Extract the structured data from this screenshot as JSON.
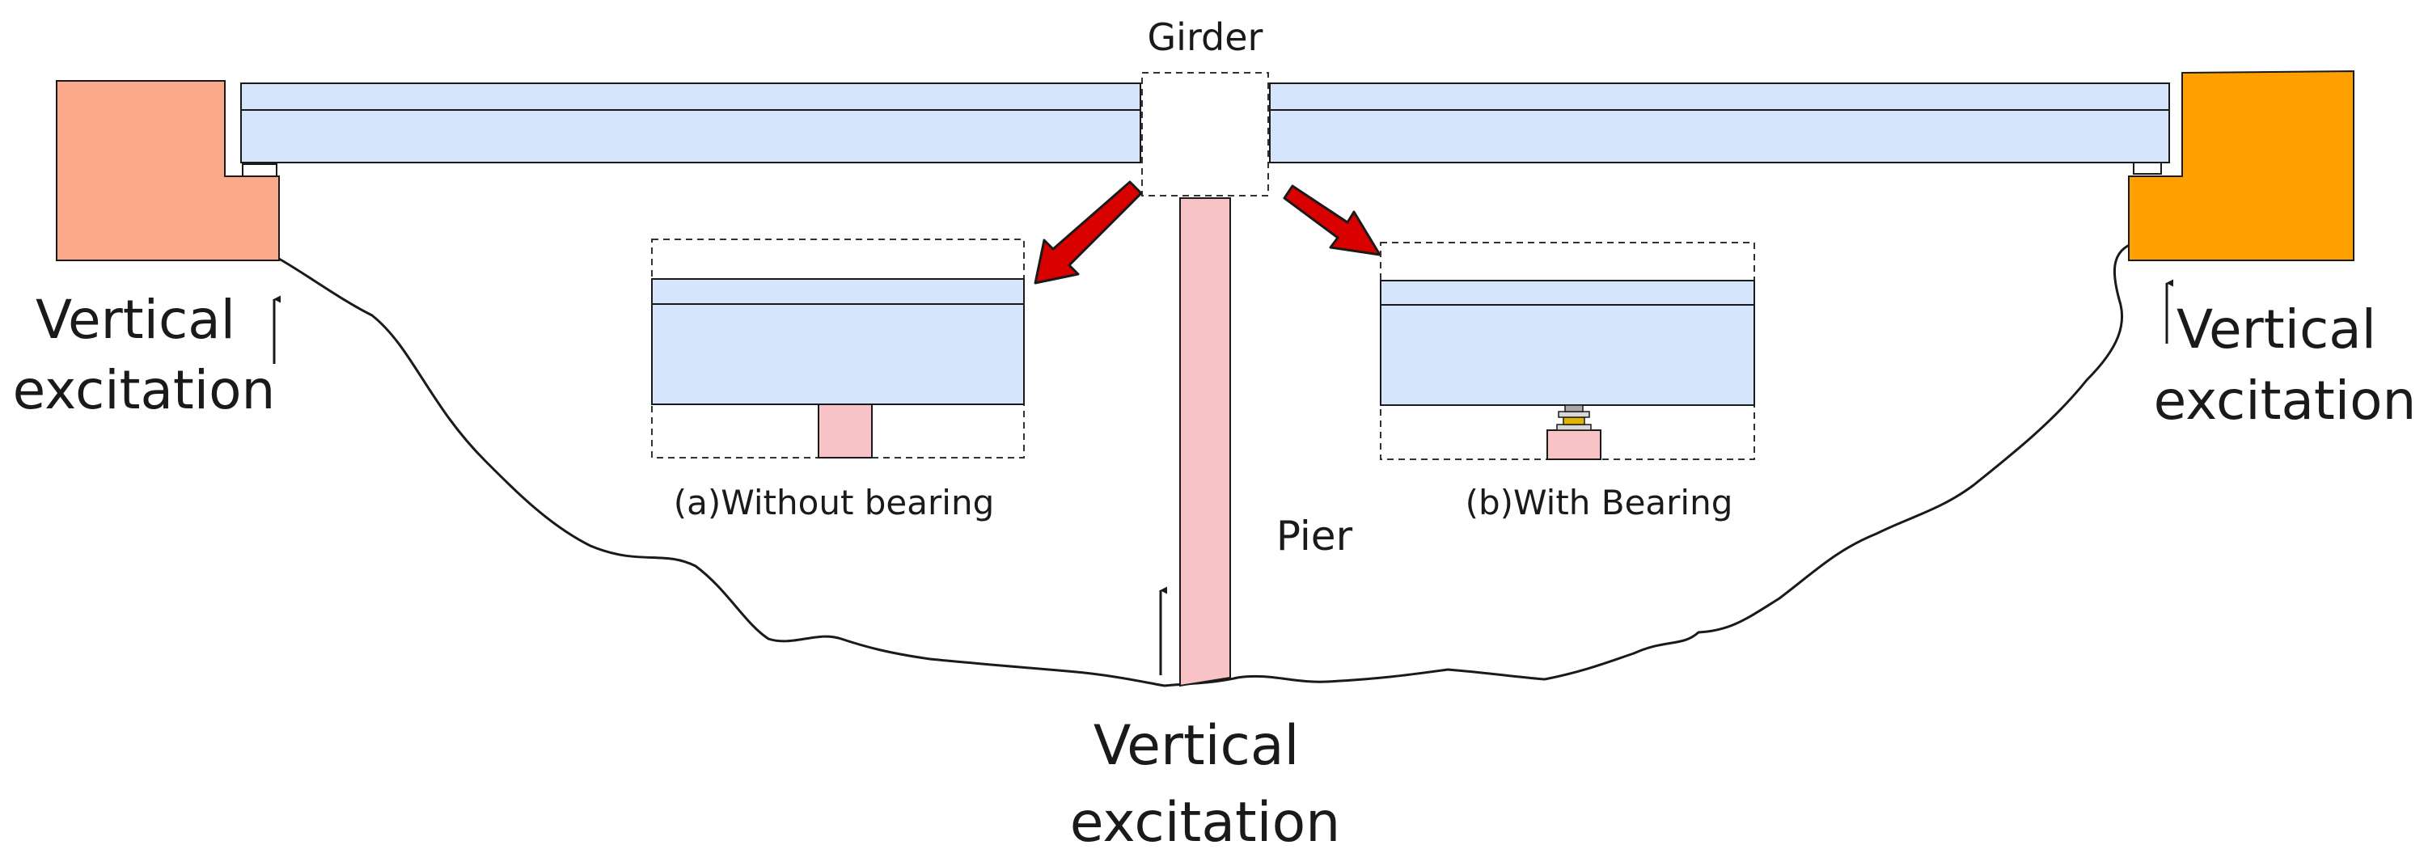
{
  "labels": {
    "girder": "Girder",
    "pier": "Pier",
    "left_excitation": [
      "Vertical",
      "excitation"
    ],
    "right_excitation": [
      "Vertical",
      "excitation"
    ],
    "bottom_excitation": [
      "Vertical",
      "excitation"
    ],
    "without_bearing": "(a)Without bearing",
    "with_bearing": "(b)With Bearing"
  },
  "colors": {
    "girder_fill": "#d5e5fb",
    "left_abutment": "#f9a88a",
    "right_abutment": "#ffa000",
    "pier_fill": "#f7c3c6",
    "arrow_red": "#d90000",
    "bearing_plate": "#e0b400",
    "line": "#1a1a1a"
  },
  "icons": {
    "callout_arrow": "red-down-arrow-icon",
    "excitation_arrow": "up-arrow-icon"
  }
}
